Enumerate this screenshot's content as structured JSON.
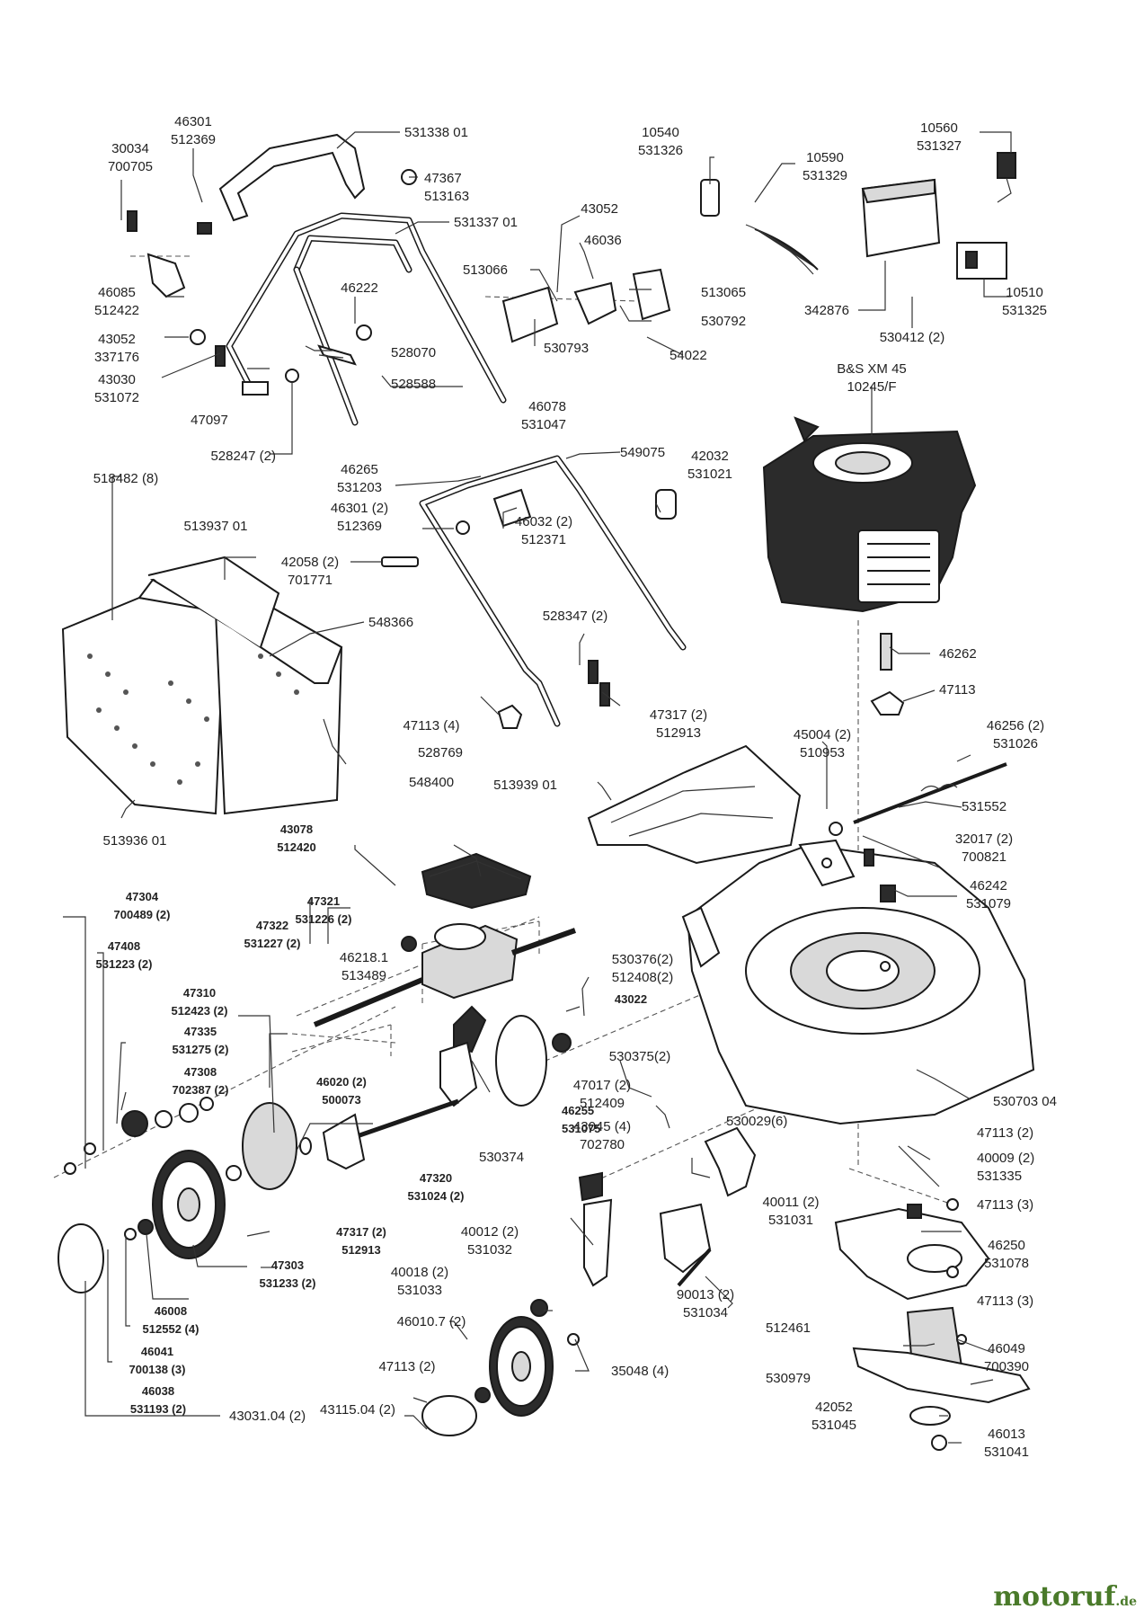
{
  "labels": [
    {
      "lines": [
        "531338 01"
      ]
    },
    {
      "lines": [
        "46301",
        "512369"
      ]
    },
    {
      "lines": [
        "30034",
        "700705"
      ]
    },
    {
      "lines": [
        "47367",
        "513163"
      ]
    },
    {
      "lines": [
        "531337 01"
      ]
    },
    {
      "lines": [
        "46085",
        "512422"
      ]
    },
    {
      "lines": [
        "46222"
      ]
    },
    {
      "lines": [
        "43052",
        "337176"
      ]
    },
    {
      "lines": [
        "528070"
      ]
    },
    {
      "lines": [
        "43030",
        "531072"
      ]
    },
    {
      "lines": [
        "528588"
      ]
    },
    {
      "lines": [
        "47097"
      ]
    },
    {
      "lines": [
        "46078",
        "531047"
      ]
    },
    {
      "lines": [
        "528247 (2)"
      ]
    },
    {
      "lines": [
        "10540",
        "531326"
      ]
    },
    {
      "lines": [
        "10590",
        "531329"
      ]
    },
    {
      "lines": [
        "10560",
        "531327"
      ]
    },
    {
      "lines": [
        "43052"
      ]
    },
    {
      "lines": [
        "46036"
      ]
    },
    {
      "lines": [
        "513066"
      ]
    },
    {
      "lines": [
        "513065"
      ]
    },
    {
      "lines": [
        "530792"
      ]
    },
    {
      "lines": [
        "54022"
      ]
    },
    {
      "lines": [
        "530793"
      ]
    },
    {
      "lines": [
        "342876"
      ]
    },
    {
      "lines": [
        "10510",
        "531325"
      ]
    },
    {
      "lines": [
        "530412 (2)"
      ]
    },
    {
      "lines": [
        "B&S XM 45",
        "10245/F"
      ]
    },
    {
      "lines": [
        "518482 (8)"
      ]
    },
    {
      "lines": [
        "46265",
        "531203"
      ]
    },
    {
      "lines": [
        "549075"
      ]
    },
    {
      "lines": [
        "513937 01"
      ]
    },
    {
      "lines": [
        "46301 (2)",
        "512369"
      ]
    },
    {
      "lines": [
        "42032",
        "531021"
      ]
    },
    {
      "lines": [
        "46032 (2)",
        "512371"
      ]
    },
    {
      "lines": [
        "42058 (2)",
        "701771"
      ]
    },
    {
      "lines": [
        "548366"
      ]
    },
    {
      "lines": [
        "528347 (2)"
      ]
    },
    {
      "lines": [
        "46262"
      ]
    },
    {
      "lines": [
        "47113"
      ]
    },
    {
      "lines": [
        "47113 (4)"
      ]
    },
    {
      "lines": [
        "47317 (2)",
        "512913"
      ]
    },
    {
      "lines": [
        "45004 (2)",
        "510953"
      ]
    },
    {
      "lines": [
        "46256 (2)",
        "531026"
      ]
    },
    {
      "lines": [
        "548400"
      ]
    },
    {
      "lines": [
        "513939 01"
      ]
    },
    {
      "lines": [
        "531552"
      ]
    },
    {
      "lines": [
        "513936 01"
      ]
    },
    {
      "lines": [
        "528769"
      ]
    },
    {
      "lines": [
        "32017 (2)",
        "700821"
      ]
    },
    {
      "lines": [
        "43078",
        "512420"
      ]
    },
    {
      "lines": [
        "46242",
        "531079"
      ]
    },
    {
      "lines": [
        "47304",
        "700489 (2)"
      ]
    },
    {
      "lines": [
        "47321",
        "531226 (2)"
      ]
    },
    {
      "lines": [
        "47322",
        "531227 (2)"
      ]
    },
    {
      "lines": [
        "47408",
        "531223 (2)"
      ]
    },
    {
      "lines": [
        "46218.1",
        "513489"
      ]
    },
    {
      "lines": [
        "530376(2)",
        "512408(2)"
      ]
    },
    {
      "lines": [
        "43022"
      ]
    },
    {
      "lines": [
        "47310",
        "512423 (2)"
      ]
    },
    {
      "lines": [
        "47335",
        "531275 (2)"
      ]
    },
    {
      "lines": [
        "530375(2)"
      ]
    },
    {
      "lines": [
        "47308",
        "702387 (2)"
      ]
    },
    {
      "lines": [
        "46020 (2)",
        "500073"
      ]
    },
    {
      "lines": [
        "47017 (2)",
        "512409"
      ]
    },
    {
      "lines": [
        "46255",
        "531075"
      ]
    },
    {
      "lines": [
        "530703 04"
      ]
    },
    {
      "lines": [
        "43045 (4)",
        "702780"
      ]
    },
    {
      "lines": [
        "530029(6)"
      ]
    },
    {
      "lines": [
        "47113 (2)"
      ]
    },
    {
      "lines": [
        "40009 (2)",
        "531335"
      ]
    },
    {
      "lines": [
        "530374"
      ]
    },
    {
      "lines": [
        "47320",
        "531024 (2)"
      ]
    },
    {
      "lines": [
        "40011 (2)",
        "531031"
      ]
    },
    {
      "lines": [
        "47113 (3)"
      ]
    },
    {
      "lines": [
        "47317 (2)",
        "512913"
      ]
    },
    {
      "lines": [
        "40012 (2)",
        "531032"
      ]
    },
    {
      "lines": [
        "46250",
        "531078"
      ]
    },
    {
      "lines": [
        "47303",
        "531233 (2)"
      ]
    },
    {
      "lines": [
        "40018 (2)",
        "531033"
      ]
    },
    {
      "lines": [
        "90013 (2)",
        "531034"
      ]
    },
    {
      "lines": [
        "46008",
        "512552 (4)"
      ]
    },
    {
      "lines": [
        "47113 (3)"
      ]
    },
    {
      "lines": [
        "46041",
        "700138 (3)"
      ]
    },
    {
      "lines": [
        "46010.7 (2)"
      ]
    },
    {
      "lines": [
        "512461"
      ]
    },
    {
      "lines": [
        "46038",
        "531193 (2)"
      ]
    },
    {
      "lines": [
        "47113 (2)"
      ]
    },
    {
      "lines": [
        "35048 (4)"
      ]
    },
    {
      "lines": [
        "46049",
        "700390"
      ]
    },
    {
      "lines": [
        "530979"
      ]
    },
    {
      "lines": [
        "42052",
        "531045"
      ]
    },
    {
      "lines": [
        "43115.04 (2)"
      ]
    },
    {
      "lines": [
        "43031.04 (2)"
      ]
    },
    {
      "lines": [
        "46013",
        "531041"
      ]
    }
  ],
  "logo": {
    "name": "motoruf",
    "tld": ".de"
  }
}
